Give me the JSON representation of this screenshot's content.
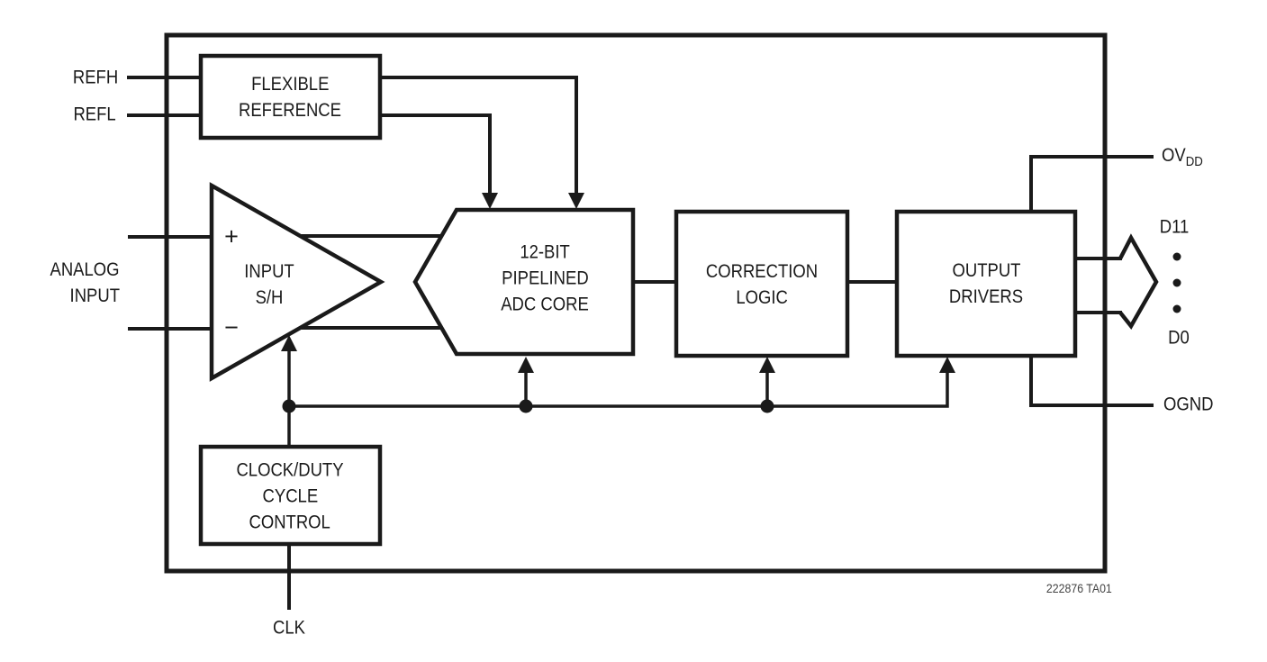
{
  "figure": {
    "note": "222876 TA01",
    "pins": {
      "refh": "REFH",
      "refl": "REFL",
      "analog_input": {
        "line1": "ANALOG",
        "line2": "INPUT"
      },
      "clk": "CLK",
      "ovdd_main": "OV",
      "ovdd_sub": "DD",
      "d11": "D11",
      "d0": "D0",
      "ognd": "OGND"
    },
    "blocks": {
      "flexible_reference": {
        "line1": "FLEXIBLE",
        "line2": "REFERENCE"
      },
      "input_sh": {
        "line1": "INPUT",
        "line2": "S/H",
        "plus": "+",
        "minus": "−"
      },
      "adc_core": {
        "line1": "12-BIT",
        "line2": "PIPELINED",
        "line3": "ADC CORE"
      },
      "correction_logic": {
        "line1": "CORRECTION",
        "line2": "LOGIC"
      },
      "output_drivers": {
        "line1": "OUTPUT",
        "line2": "DRIVERS"
      },
      "clock_control": {
        "line1": "CLOCK/DUTY",
        "line2": "CYCLE",
        "line3": "CONTROL"
      }
    },
    "colors": {
      "line": "#1a1a1a",
      "background": "#ffffff",
      "note_text": "#444444"
    }
  }
}
